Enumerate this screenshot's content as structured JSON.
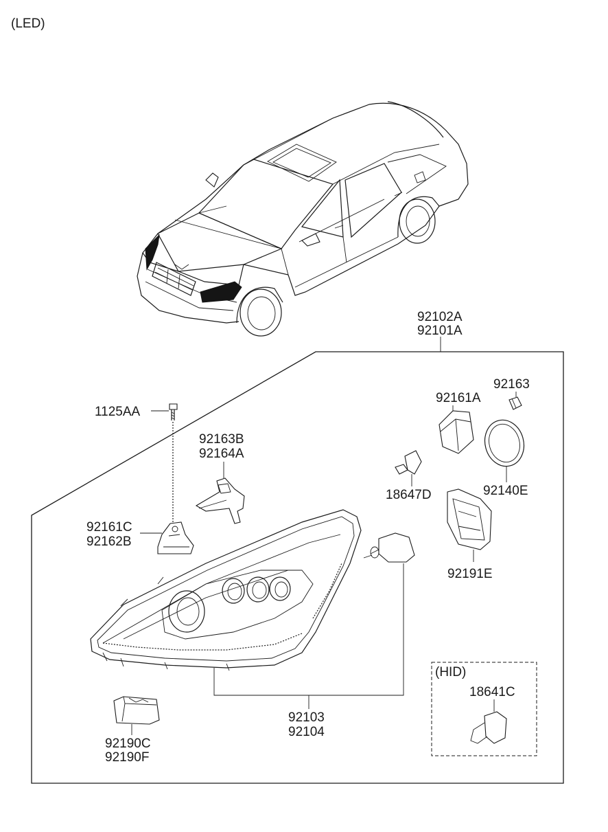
{
  "header": {
    "variant_label": "(LED)"
  },
  "hid_box": {
    "label": "(HID)"
  },
  "part_labels": {
    "headlamp_assy_a": "92102A",
    "headlamp_assy_b": "92101A",
    "bolt": "1125AA",
    "actuator_a": "92163B",
    "actuator_b": "92164A",
    "bracket_a": "92161C",
    "bracket_b": "92162B",
    "cap_92161a": "92161A",
    "socket_92163": "92163",
    "bulb_18647d": "18647D",
    "ring_92140e": "92140E",
    "cover_92191e": "92191E",
    "lamp_body_a": "92103",
    "lamp_body_b": "92104",
    "ballast_a": "92190C",
    "ballast_b": "92190F",
    "hid_bulb": "18641C"
  }
}
